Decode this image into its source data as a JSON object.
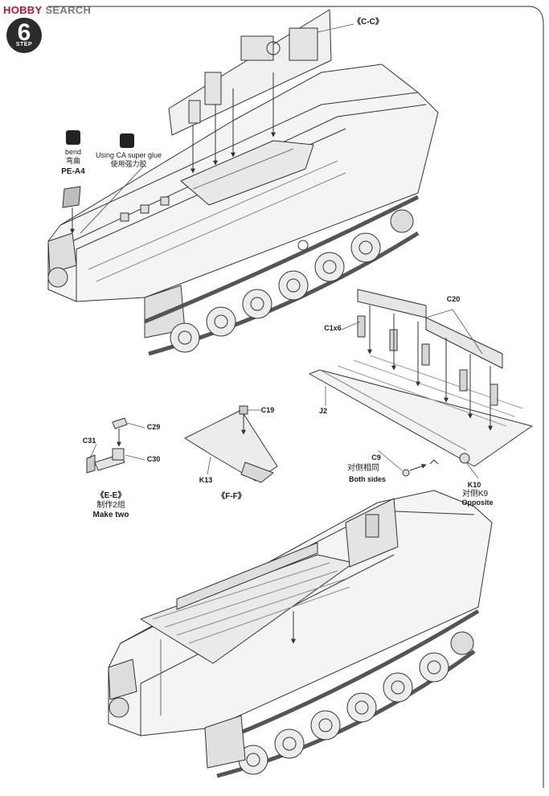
{
  "brand": {
    "part1": "HOBBY",
    "part2": "SEARCH"
  },
  "step": {
    "number": "6",
    "word": "STEP"
  },
  "icons": [
    {
      "name": "bend-icon",
      "label_en": "bend",
      "label_cn": "弯曲",
      "part": "PE-A4"
    },
    {
      "name": "glue-icon",
      "label_en": "Using CA super glue",
      "label_cn": "使用强力胶"
    }
  ],
  "subassemblies": {
    "cc": "《C-C》",
    "ee": "《E-E》",
    "ee_make_cn": "制作2组",
    "ee_make_en": "Make two",
    "ff": "《F-F》"
  },
  "parts": {
    "c20": "C20",
    "c1x6": "C1x6",
    "j2": "J2",
    "c19": "C19",
    "k13": "K13",
    "c29": "C29",
    "c31": "C31",
    "c30": "C30",
    "c9": "C9",
    "c9_cn": "对侧相同",
    "c9_en": "Both sides",
    "k10": "K10",
    "k10_cn": "对侧K9",
    "k10_en": "Opposite"
  }
}
